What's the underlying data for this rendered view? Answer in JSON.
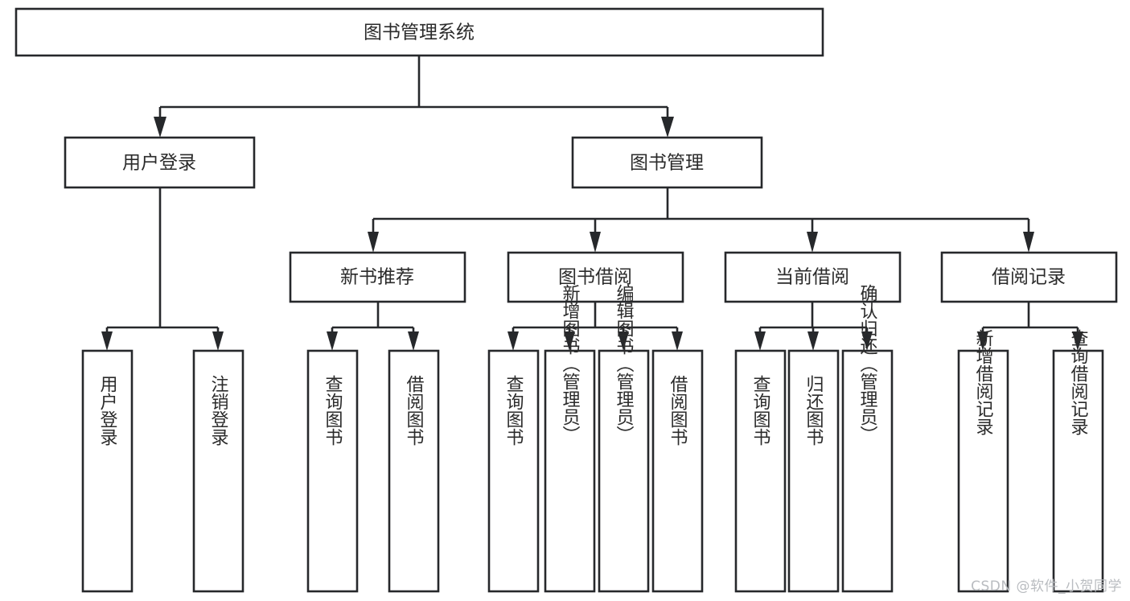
{
  "diagram": {
    "type": "tree-hierarchy-chart",
    "title": "图书管理系统",
    "orientation": "top-down",
    "background_color": "#ffffff",
    "stroke_color": "#26282b",
    "text_color": "#2b2b2b",
    "levels": 4,
    "root": {
      "id": "root",
      "label": "图书管理系统",
      "orientation": "horizontal"
    },
    "level2": [
      {
        "id": "user-login",
        "label": "用户登录",
        "orientation": "horizontal"
      },
      {
        "id": "book-manage",
        "label": "图书管理",
        "orientation": "horizontal"
      }
    ],
    "level3": [
      {
        "id": "new-book-recommend",
        "label": "新书推荐",
        "orientation": "horizontal",
        "parent": "book-manage"
      },
      {
        "id": "book-borrow",
        "label": "图书借阅",
        "orientation": "horizontal",
        "parent": "book-manage"
      },
      {
        "id": "current-borrow",
        "label": "当前借阅",
        "orientation": "horizontal",
        "parent": "book-manage"
      },
      {
        "id": "borrow-record",
        "label": "借阅记录",
        "orientation": "horizontal",
        "parent": "book-manage"
      }
    ],
    "leaves": [
      {
        "id": "leaf-user-login",
        "label": "用户登录",
        "orientation": "vertical",
        "parent": "user-login"
      },
      {
        "id": "leaf-user-logout",
        "label": "注销登录",
        "orientation": "vertical",
        "parent": "user-login"
      },
      {
        "id": "leaf-query-book-1",
        "label": "查询图书",
        "orientation": "vertical",
        "parent": "new-book-recommend"
      },
      {
        "id": "leaf-borrow-book-1",
        "label": "借阅图书",
        "orientation": "vertical",
        "parent": "new-book-recommend"
      },
      {
        "id": "leaf-query-book-2",
        "label": "查询图书",
        "orientation": "vertical",
        "parent": "book-borrow"
      },
      {
        "id": "leaf-add-book",
        "label": "新增图书（管理员）",
        "orientation": "vertical",
        "parent": "book-borrow"
      },
      {
        "id": "leaf-edit-book",
        "label": "编辑图书（管理员）",
        "orientation": "vertical",
        "parent": "book-borrow"
      },
      {
        "id": "leaf-borrow-book-2",
        "label": "借阅图书",
        "orientation": "vertical",
        "parent": "book-borrow"
      },
      {
        "id": "leaf-query-book-3",
        "label": "查询图书",
        "orientation": "vertical",
        "parent": "current-borrow"
      },
      {
        "id": "leaf-return-book",
        "label": "归还图书",
        "orientation": "vertical",
        "parent": "current-borrow"
      },
      {
        "id": "leaf-confirm-return",
        "label": "确认归还（管理员）",
        "orientation": "vertical",
        "parent": "current-borrow"
      },
      {
        "id": "leaf-add-record",
        "label": "新增借阅记录",
        "orientation": "vertical",
        "parent": "borrow-record"
      },
      {
        "id": "leaf-query-record",
        "label": "查询借阅记录",
        "orientation": "vertical",
        "parent": "borrow-record"
      }
    ]
  },
  "watermark": {
    "text": "CSDN @软件_小贺同学"
  }
}
